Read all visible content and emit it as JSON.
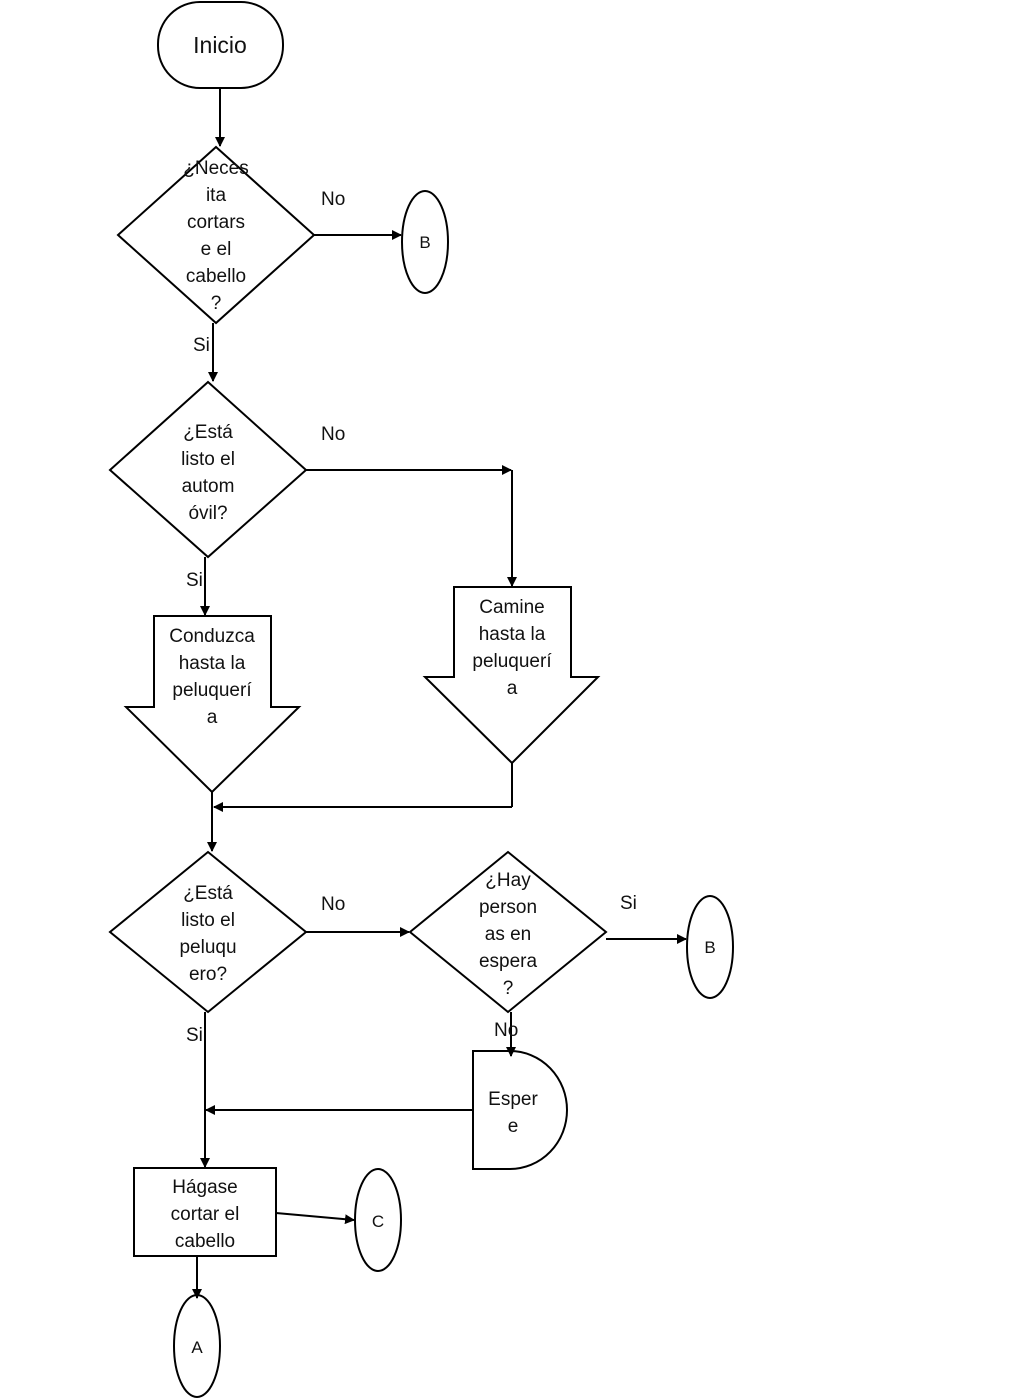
{
  "colors": {
    "stroke": "#000000",
    "fill": "#ffffff",
    "text": "#111111"
  },
  "nodes": {
    "start": {
      "text": "Inicio",
      "shape": "terminator"
    },
    "q_haircut": {
      "lines": [
        "¿Neces",
        "ita",
        "cortars",
        "e el",
        "cabello",
        "?"
      ],
      "shape": "decision"
    },
    "conn_b1": {
      "text": "B",
      "shape": "connector"
    },
    "q_car": {
      "lines": [
        "¿Está",
        "listo el",
        "autom",
        "óvil?"
      ],
      "shape": "decision"
    },
    "drive": {
      "lines": [
        "Conduzca",
        "hasta la",
        "peluquerí",
        "a"
      ],
      "shape": "down-arrow"
    },
    "walk": {
      "lines": [
        "Camine",
        "hasta la",
        "peluquerí",
        "a"
      ],
      "shape": "down-arrow"
    },
    "q_barber": {
      "lines": [
        "¿Está",
        "listo el",
        "peluqu",
        "ero?"
      ],
      "shape": "decision"
    },
    "q_waiting": {
      "lines": [
        "¿Hay",
        "person",
        "as en",
        "espera",
        "?"
      ],
      "shape": "decision"
    },
    "conn_b2": {
      "text": "B",
      "shape": "connector"
    },
    "wait": {
      "lines": [
        "Esper",
        "e"
      ],
      "shape": "delay"
    },
    "haircut": {
      "lines": [
        "Hágase",
        "cortar el",
        "cabello"
      ],
      "shape": "process"
    },
    "conn_c": {
      "text": "C",
      "shape": "connector"
    },
    "conn_a": {
      "text": "A",
      "shape": "connector"
    }
  },
  "edges": {
    "haircut_no": "No",
    "haircut_si": "Si",
    "car_no": "No",
    "car_si": "Si",
    "barber_no": "No",
    "barber_si": "Si",
    "waiting_si": "Si",
    "waiting_no": "No"
  }
}
